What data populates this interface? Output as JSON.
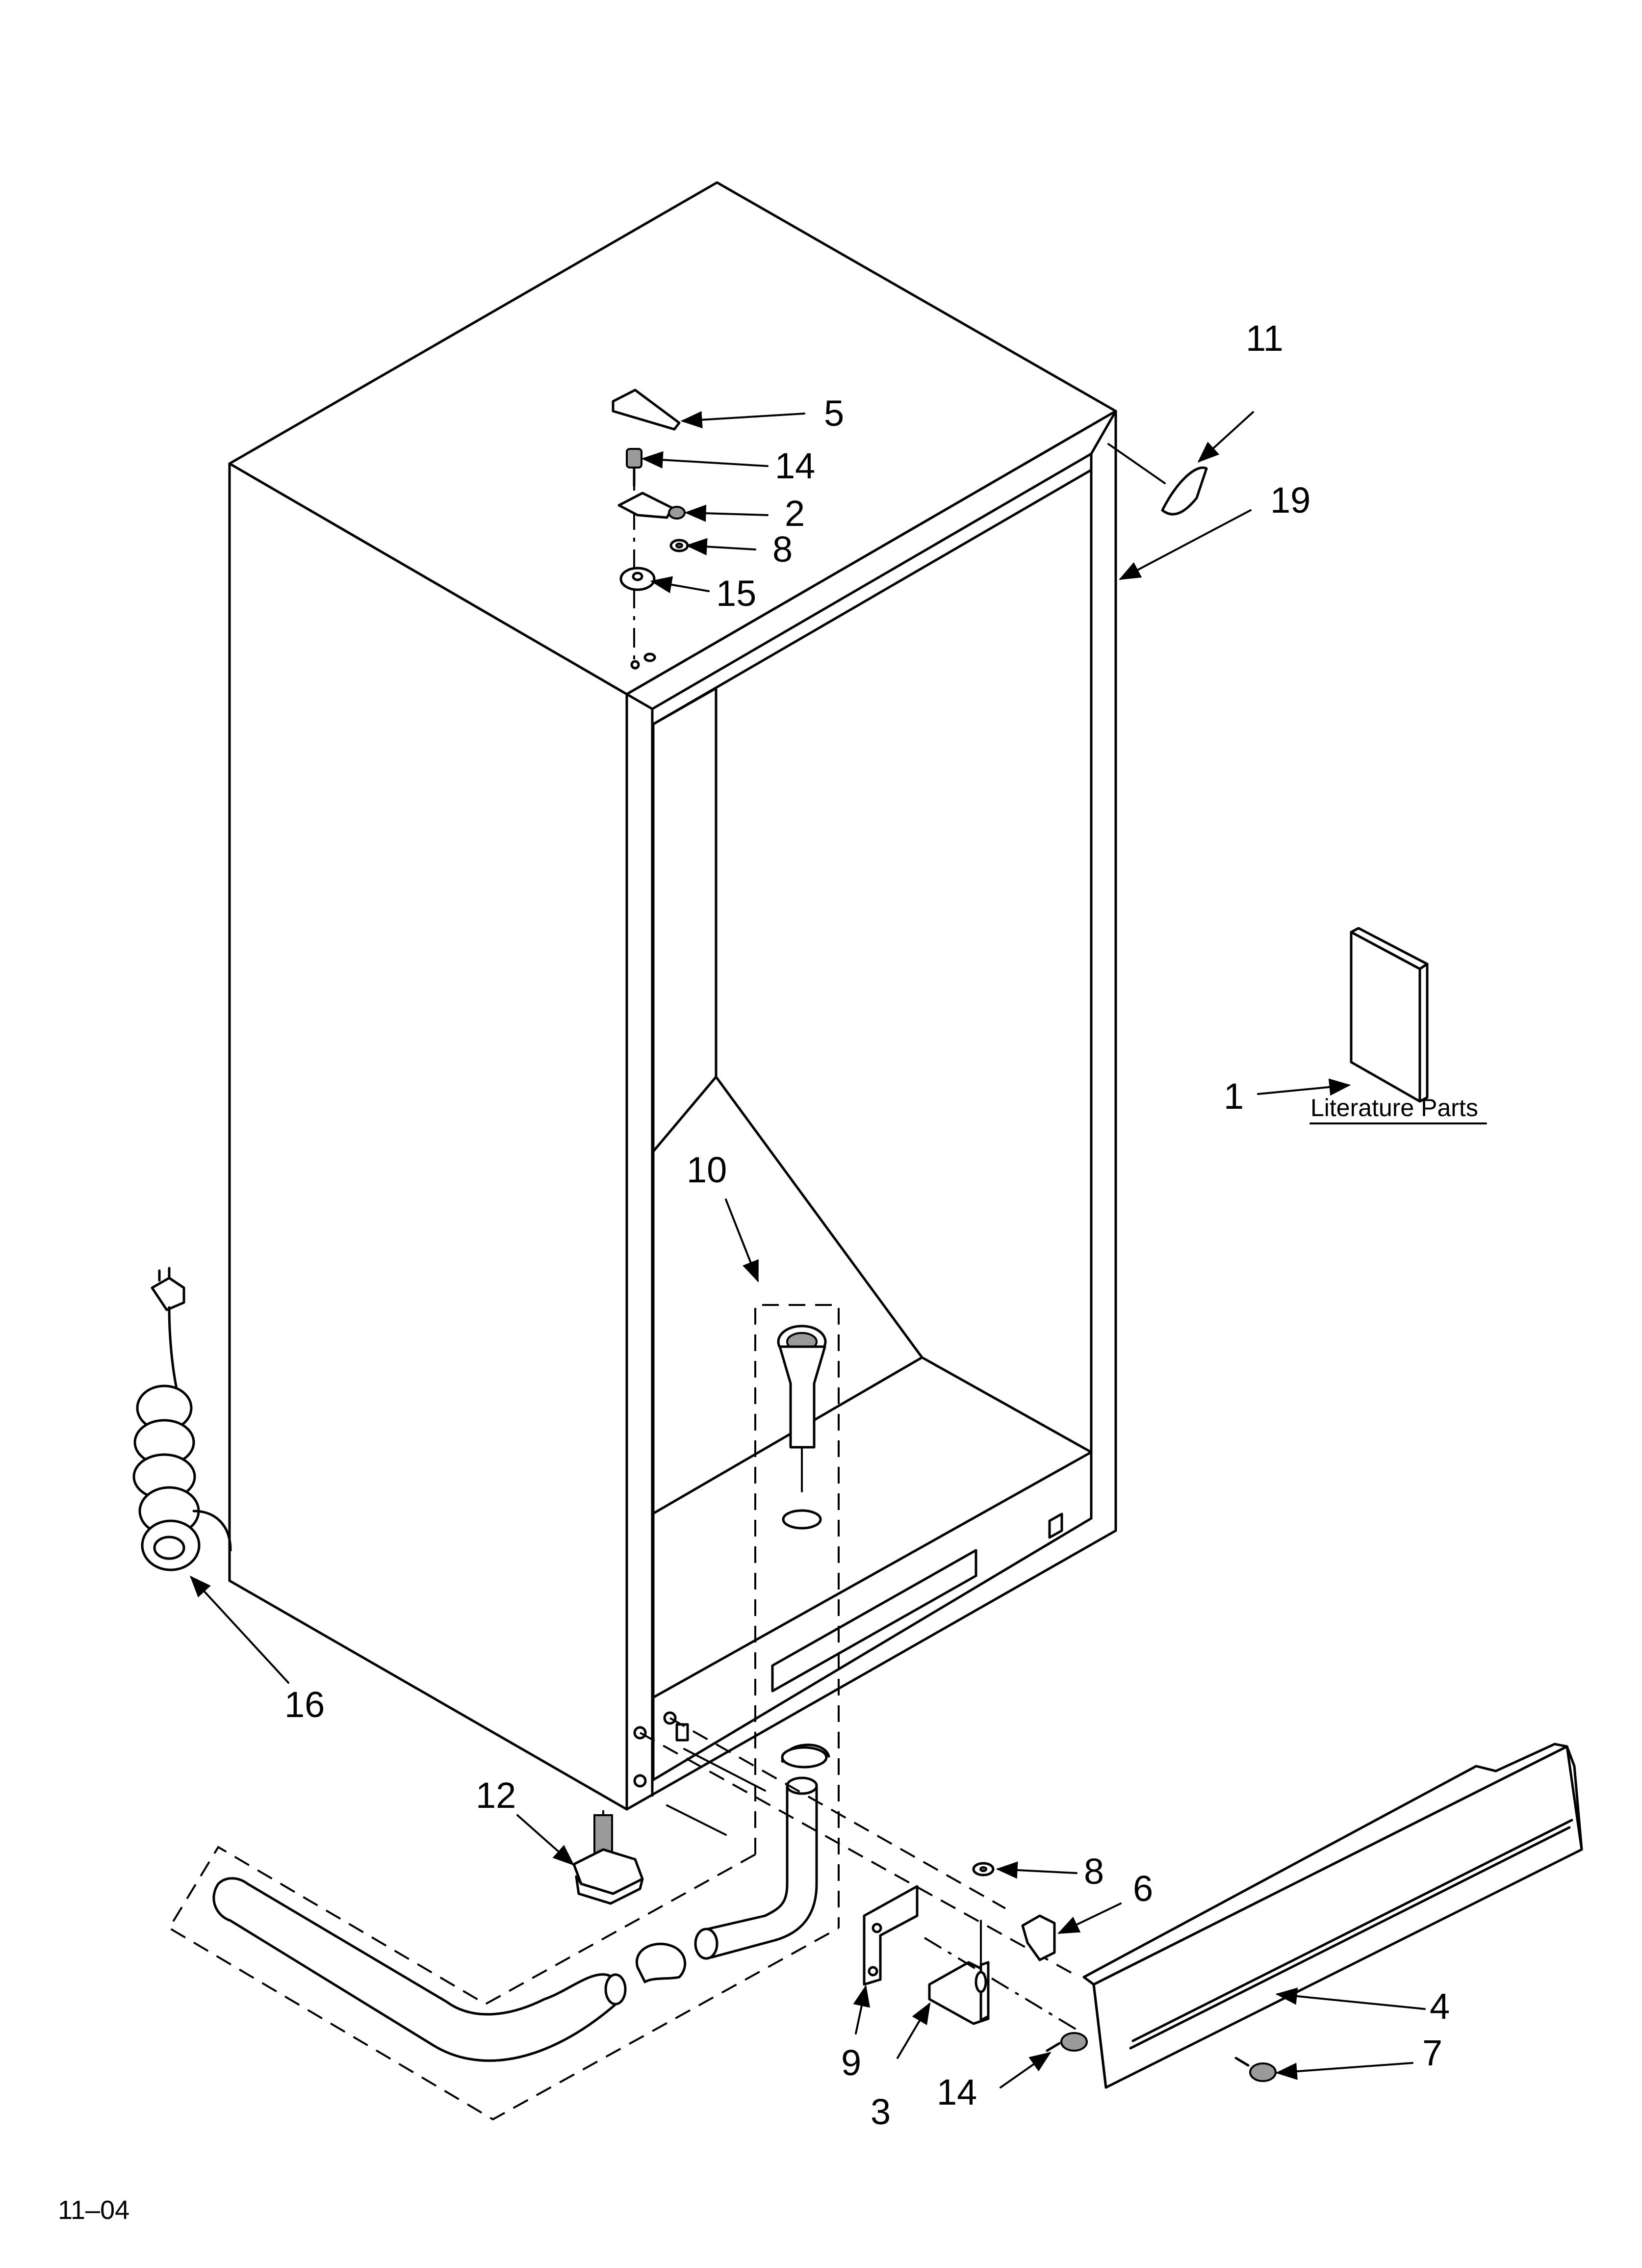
{
  "diagram": {
    "callouts": {
      "c1": "1",
      "c2": "2",
      "c3": "3",
      "c4": "4",
      "c5": "5",
      "c6": "6",
      "c7": "7",
      "c8a": "8",
      "c8b": "8",
      "c9": "9",
      "c10": "10",
      "c11": "11",
      "c12": "12",
      "c14a": "14",
      "c14b": "14",
      "c15": "15",
      "c16": "16",
      "c19": "19"
    },
    "literature_caption": "Literature Parts",
    "footer_code": "11–04"
  }
}
